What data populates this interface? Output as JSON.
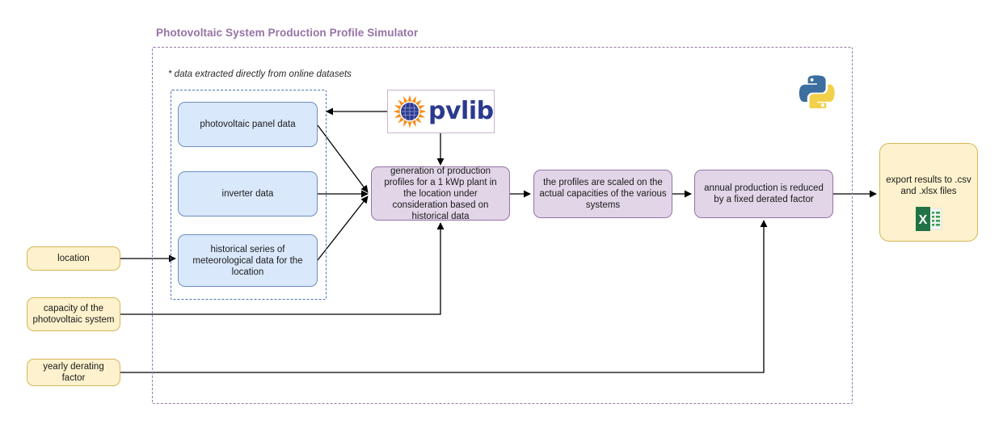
{
  "diagram": {
    "title": "Photovoltaic System Production Profile Simulator",
    "note": "* data extracted directly from online datasets",
    "colors": {
      "title_purple": "#9673a6",
      "outer_border": "#9a78a8",
      "inner_border": "#4a74b8",
      "blue_fill": "#dae8fc",
      "blue_border": "#6c8ebf",
      "purple_fill": "#e1d5e7",
      "purple_border": "#9673a6",
      "yellow_fill": "#ffe6cc",
      "yellow_border": "#d6b656",
      "export_fill": "#fdf2cd",
      "edge": "#000000",
      "pvlib_word": "#2b3a8f",
      "excel_green": "#217346"
    },
    "data_sources": [
      {
        "id": "panel",
        "label": "photovoltaic panel data"
      },
      {
        "id": "inverter",
        "label": "inverter data"
      },
      {
        "id": "meteo",
        "label": "historical series of meteorological data for the location"
      }
    ],
    "processes": [
      {
        "id": "generation",
        "label": "generation of production profiles for a 1 kWp plant in the location under consideration based on historical data"
      },
      {
        "id": "scaled",
        "label": "the profiles are scaled on the actual capacities of the various systems"
      },
      {
        "id": "derated",
        "label": "annual production is reduced by a fixed derated factor"
      }
    ],
    "inputs": [
      {
        "id": "location",
        "label": "location"
      },
      {
        "id": "capacity",
        "label": "capacity of the photovoltaic system"
      },
      {
        "id": "derating",
        "label": "yearly derating factor"
      }
    ],
    "output": {
      "id": "export",
      "label": "export results to .csv and .xlsx files",
      "icon": "excel-icon"
    },
    "logos": [
      {
        "id": "pvlib",
        "wordmark": "pvlib",
        "icon": "pvlib-sun-icon"
      },
      {
        "id": "python",
        "icon": "python-logo-icon"
      }
    ]
  }
}
